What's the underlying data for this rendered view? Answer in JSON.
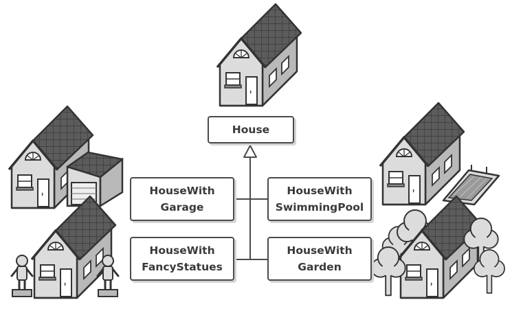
{
  "diagram": {
    "base_class": {
      "label": "House"
    },
    "subclasses": [
      {
        "line1": "HouseWith",
        "line2": "Garage"
      },
      {
        "line1": "HouseWith",
        "line2": "SwimmingPool"
      },
      {
        "line1": "HouseWith",
        "line2": "FancyStatues"
      },
      {
        "line1": "HouseWith",
        "line2": "Garden"
      }
    ]
  },
  "colors": {
    "outline": "#4a4a4a",
    "wall": "#dcdcdc",
    "roof": "#5c5c5c",
    "box_shadow": "#d4d4d4"
  }
}
